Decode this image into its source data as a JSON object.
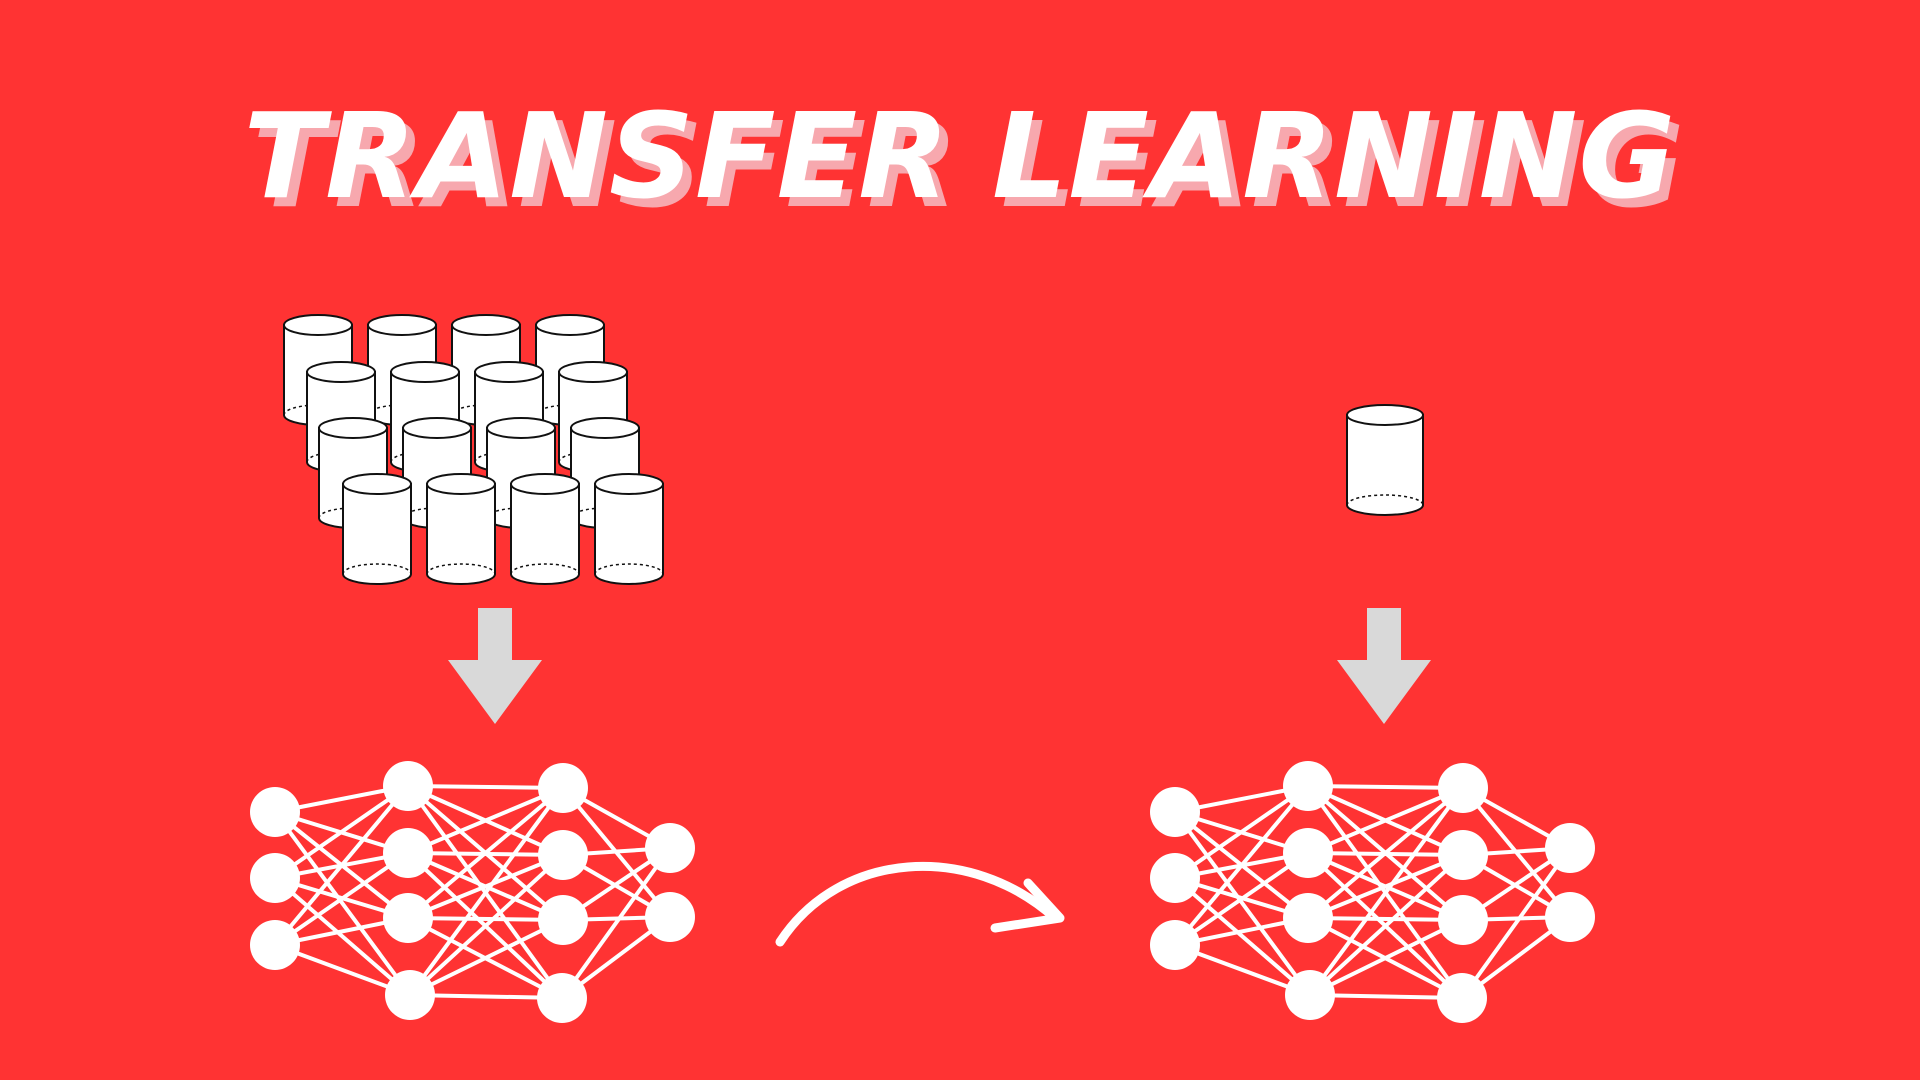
{
  "title": "TRANSFER LEARNING",
  "colors": {
    "background": "#FF3333",
    "title": "#FFFFFF",
    "title_shadow": "#F7A8AE",
    "arrow_down": "#D9D9D9",
    "network": "#FFFFFF",
    "cylinder_fill": "#FFFFFF",
    "cylinder_stroke": "#111111"
  },
  "icons": {
    "large_dataset": "database-cylinder-icon",
    "small_dataset": "database-cylinder-icon",
    "down_arrow": "down-arrow-icon",
    "transfer_arrow": "curved-arrow-icon",
    "network": "neural-network-icon"
  },
  "large_dataset_count": 16,
  "small_dataset_count": 1
}
